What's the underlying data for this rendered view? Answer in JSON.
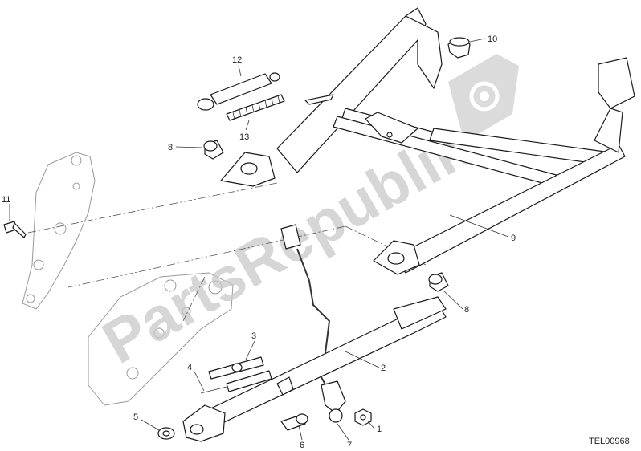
{
  "watermark": {
    "text": "PartsRepublik",
    "color": "#c8c8c8",
    "icon": "gear-icon"
  },
  "drawing_code": "TEL00968",
  "callouts": {
    "c1": "1",
    "c2": "2",
    "c3": "3",
    "c4": "4",
    "c5": "5",
    "c6": "6",
    "c7": "7",
    "c8a": "8",
    "c8b": "8",
    "c9": "9",
    "c10": "10",
    "c11": "11",
    "c12": "12",
    "c13": "13"
  },
  "colors": {
    "line": "#1a1a1a",
    "ghost": "#9a9a9a",
    "background": "#ffffff"
  }
}
